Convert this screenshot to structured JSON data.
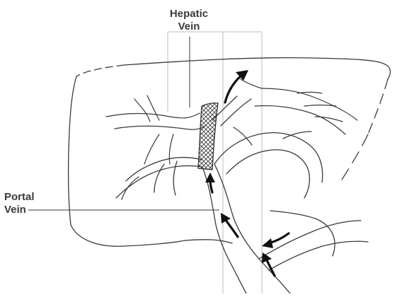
{
  "labels": {
    "hepatic_vein": [
      "Hepatic",
      "Vein"
    ],
    "portal_vein": [
      "Portal",
      "Vein"
    ]
  },
  "colors": {
    "stroke": "#3a3a3a",
    "background": "#ffffff",
    "shunt_hatch": "#3a3a3a"
  },
  "icons": {
    "flow_arrow": "arrow-icon"
  }
}
